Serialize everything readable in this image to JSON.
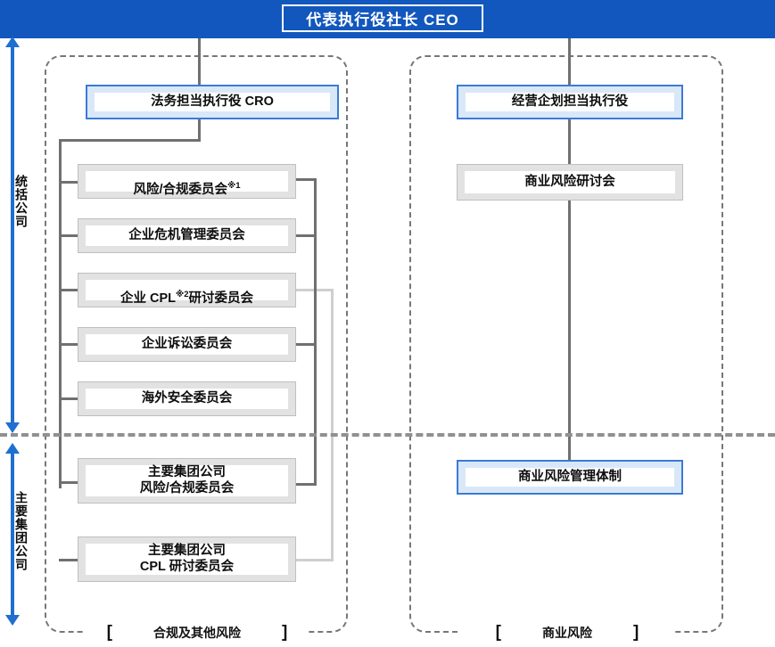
{
  "banner": {
    "title": "代表执行役社长 CEO"
  },
  "axis_labels": [
    {
      "id": "holding",
      "text": "统括公司"
    },
    {
      "id": "group-companies",
      "text": "主要集团公司"
    }
  ],
  "groups": [
    {
      "id": "compliance",
      "label": "合规及其他风险",
      "bracket_left": "[",
      "bracket_right": "]"
    },
    {
      "id": "business-risk",
      "label": "商业风险",
      "bracket_left": "[",
      "bracket_right": "]"
    }
  ],
  "left_branch": {
    "head": {
      "text": "法务担当执行役 CRO",
      "style": "blue"
    },
    "upper_nodes": [
      {
        "text": "风险/合规委员会",
        "sup": "※1",
        "style": "gray"
      },
      {
        "text": "企业危机管理委员会",
        "sup": "",
        "style": "gray"
      },
      {
        "text": "企业 CPL",
        "sup": "※2",
        "text_after": "研讨委员会",
        "style": "gray"
      },
      {
        "text": "企业诉讼委员会",
        "sup": "",
        "style": "gray"
      },
      {
        "text": "海外安全委员会",
        "sup": "",
        "style": "gray"
      }
    ],
    "lower_nodes": [
      {
        "text": "主要集团公司\n风险/合规委员会",
        "style": "gray"
      },
      {
        "text": "主要集团公司\nCPL 研讨委员会",
        "style": "gray"
      }
    ]
  },
  "right_branch": {
    "head": {
      "text": "经营企划担当执行役",
      "style": "blue"
    },
    "upper_nodes": [
      {
        "text": "商业风险研讨会",
        "style": "gray"
      }
    ],
    "lower_nodes": [
      {
        "text": "商业风险管理体制",
        "style": "blue"
      }
    ]
  },
  "colors": {
    "banner_blue": "#1257bd",
    "accent_blue": "#3a7bd5",
    "arrow_blue": "#1f6fd0",
    "node_gray_fill": "#e2e2e2",
    "node_blue_fill": "#d9e8f8",
    "connector_dark": "#707070",
    "connector_light": "#cfcfcf",
    "dashed_border": "#777777",
    "divider": "#909090"
  }
}
